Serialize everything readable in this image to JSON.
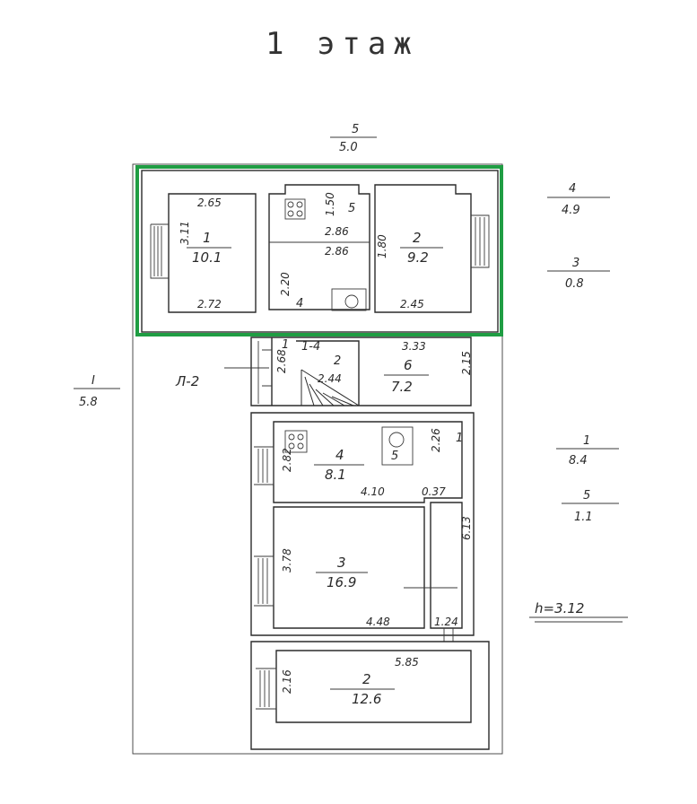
{
  "title": "1 этаж",
  "height_note": "h=3.12",
  "stair_label": "Л-2",
  "side_labels": [
    {
      "num": "5",
      "area": "5.0"
    },
    {
      "num": "4",
      "area": "4.9"
    },
    {
      "num": "3",
      "area": "0.8"
    },
    {
      "num": "I",
      "area": "5.8"
    },
    {
      "num": "1",
      "area": "8.4"
    },
    {
      "num": "5",
      "area": "1.1"
    }
  ],
  "rooms": [
    {
      "num": "1",
      "area": "10.1"
    },
    {
      "num": "2",
      "area": "9.2"
    },
    {
      "num": "6",
      "area": "7.2"
    },
    {
      "num": "4",
      "area": "8.1"
    },
    {
      "num": "5",
      "area": ""
    },
    {
      "num": "3",
      "area": "16.9"
    },
    {
      "num": "2",
      "area": "12.6"
    }
  ],
  "dimensions": [
    "2.65",
    "3.11",
    "2.72",
    "1.50",
    "2.86",
    "2.86",
    "2.20",
    "1.80",
    "2.45",
    "3.33",
    "2.15",
    "2.44",
    "2.68",
    "2.82",
    "4.10",
    "0.37",
    "2.26",
    "6.13",
    "3.78",
    "4.48",
    "1.24",
    "5.85",
    "2.16"
  ],
  "small_labels": [
    "5",
    "4",
    "1",
    "1-4",
    "2",
    "1"
  ],
  "colors": {
    "highlight": "#1f9d43",
    "ink": "#2b2b2b"
  }
}
